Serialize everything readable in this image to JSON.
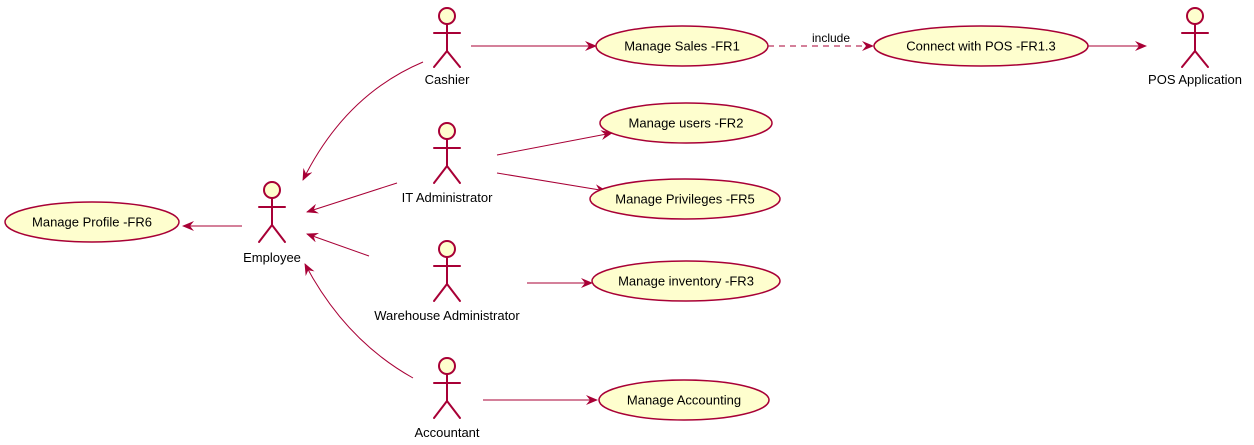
{
  "colors": {
    "use_case_fill": "#fefece",
    "line": "#a80036",
    "text": "#000000",
    "background": "#ffffff"
  },
  "actors": {
    "cashier": "Cashier",
    "it_admin": "IT Administrator",
    "employee": "Employee",
    "warehouse_admin": "Warehouse Administrator",
    "accountant": "Accountant",
    "pos_app": "POS Application"
  },
  "use_cases": {
    "manage_sales": "Manage Sales -FR1",
    "connect_pos": "Connect with POS -FR1.3",
    "manage_users": "Manage users -FR2",
    "manage_privileges": "Manage Privileges -FR5",
    "manage_profile": "Manage Profile -FR6",
    "manage_inventory": "Manage inventory -FR3",
    "manage_accounting": "Manage Accounting"
  },
  "relations": {
    "include_label": "include"
  }
}
